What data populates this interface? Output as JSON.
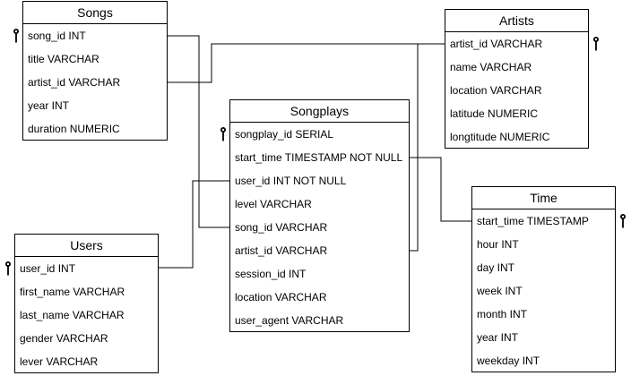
{
  "entities": {
    "songs": {
      "title": "Songs",
      "attributes": [
        "song_id INT",
        "title VARCHAR",
        "artist_id VARCHAR",
        "year INT",
        "duration NUMERIC"
      ]
    },
    "artists": {
      "title": "Artists",
      "attributes": [
        "artist_id VARCHAR",
        "name VARCHAR",
        "location VARCHAR",
        "latitude NUMERIC",
        "longtitude NUMERIC"
      ]
    },
    "songplays": {
      "title": "Songplays",
      "attributes": [
        "songplay_id SERIAL",
        "start_time TIMESTAMP NOT NULL",
        "user_id INT NOT NULL",
        "level VARCHAR",
        "song_id VARCHAR",
        "artist_id VARCHAR",
        "session_id INT",
        "location VARCHAR",
        "user_agent VARCHAR"
      ]
    },
    "users": {
      "title": "Users",
      "attributes": [
        "user_id INT",
        "first_name VARCHAR",
        "last_name VARCHAR",
        "gender VARCHAR",
        "lever VARCHAR"
      ]
    },
    "time": {
      "title": "Time",
      "attributes": [
        "start_time TIMESTAMP",
        "hour INT",
        "day INT",
        "week INT",
        "month INT",
        "year INT",
        "weekday INT"
      ]
    }
  },
  "colors": {
    "line": "#000000",
    "background": "#ffffff"
  },
  "key_icon": "key-icon"
}
